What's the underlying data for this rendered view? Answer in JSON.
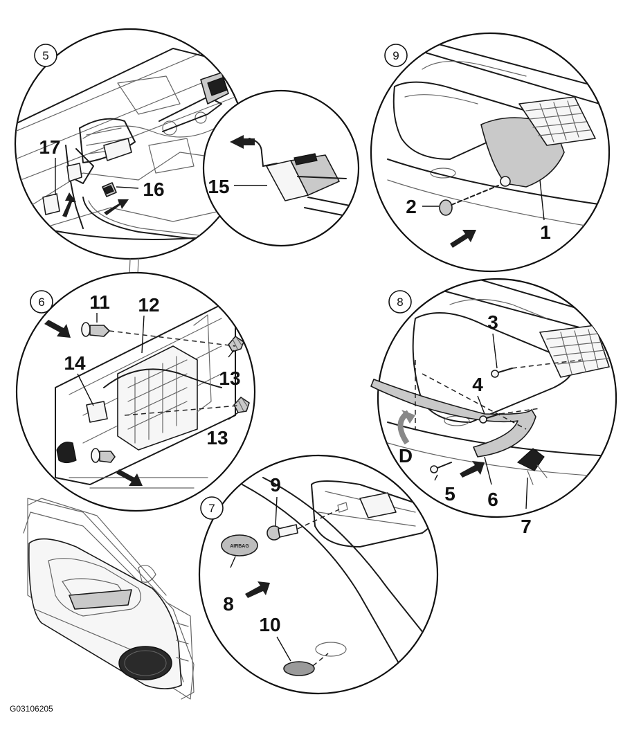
{
  "figure_code": "G03106205",
  "steps": [
    "5",
    "6",
    "7",
    "8",
    "9"
  ],
  "callouts": {
    "c1": "1",
    "c2": "2",
    "c3": "3",
    "c4": "4",
    "c5": "5",
    "c6": "6",
    "c7": "7",
    "c8": "8",
    "c9": "9",
    "c10": "10",
    "c11": "11",
    "c12": "12",
    "c13a": "13",
    "c13b": "13",
    "c14": "14",
    "c15": "15",
    "c16": "16",
    "c17": "17",
    "cD": "D"
  },
  "label_airbag": "AIRBAG"
}
